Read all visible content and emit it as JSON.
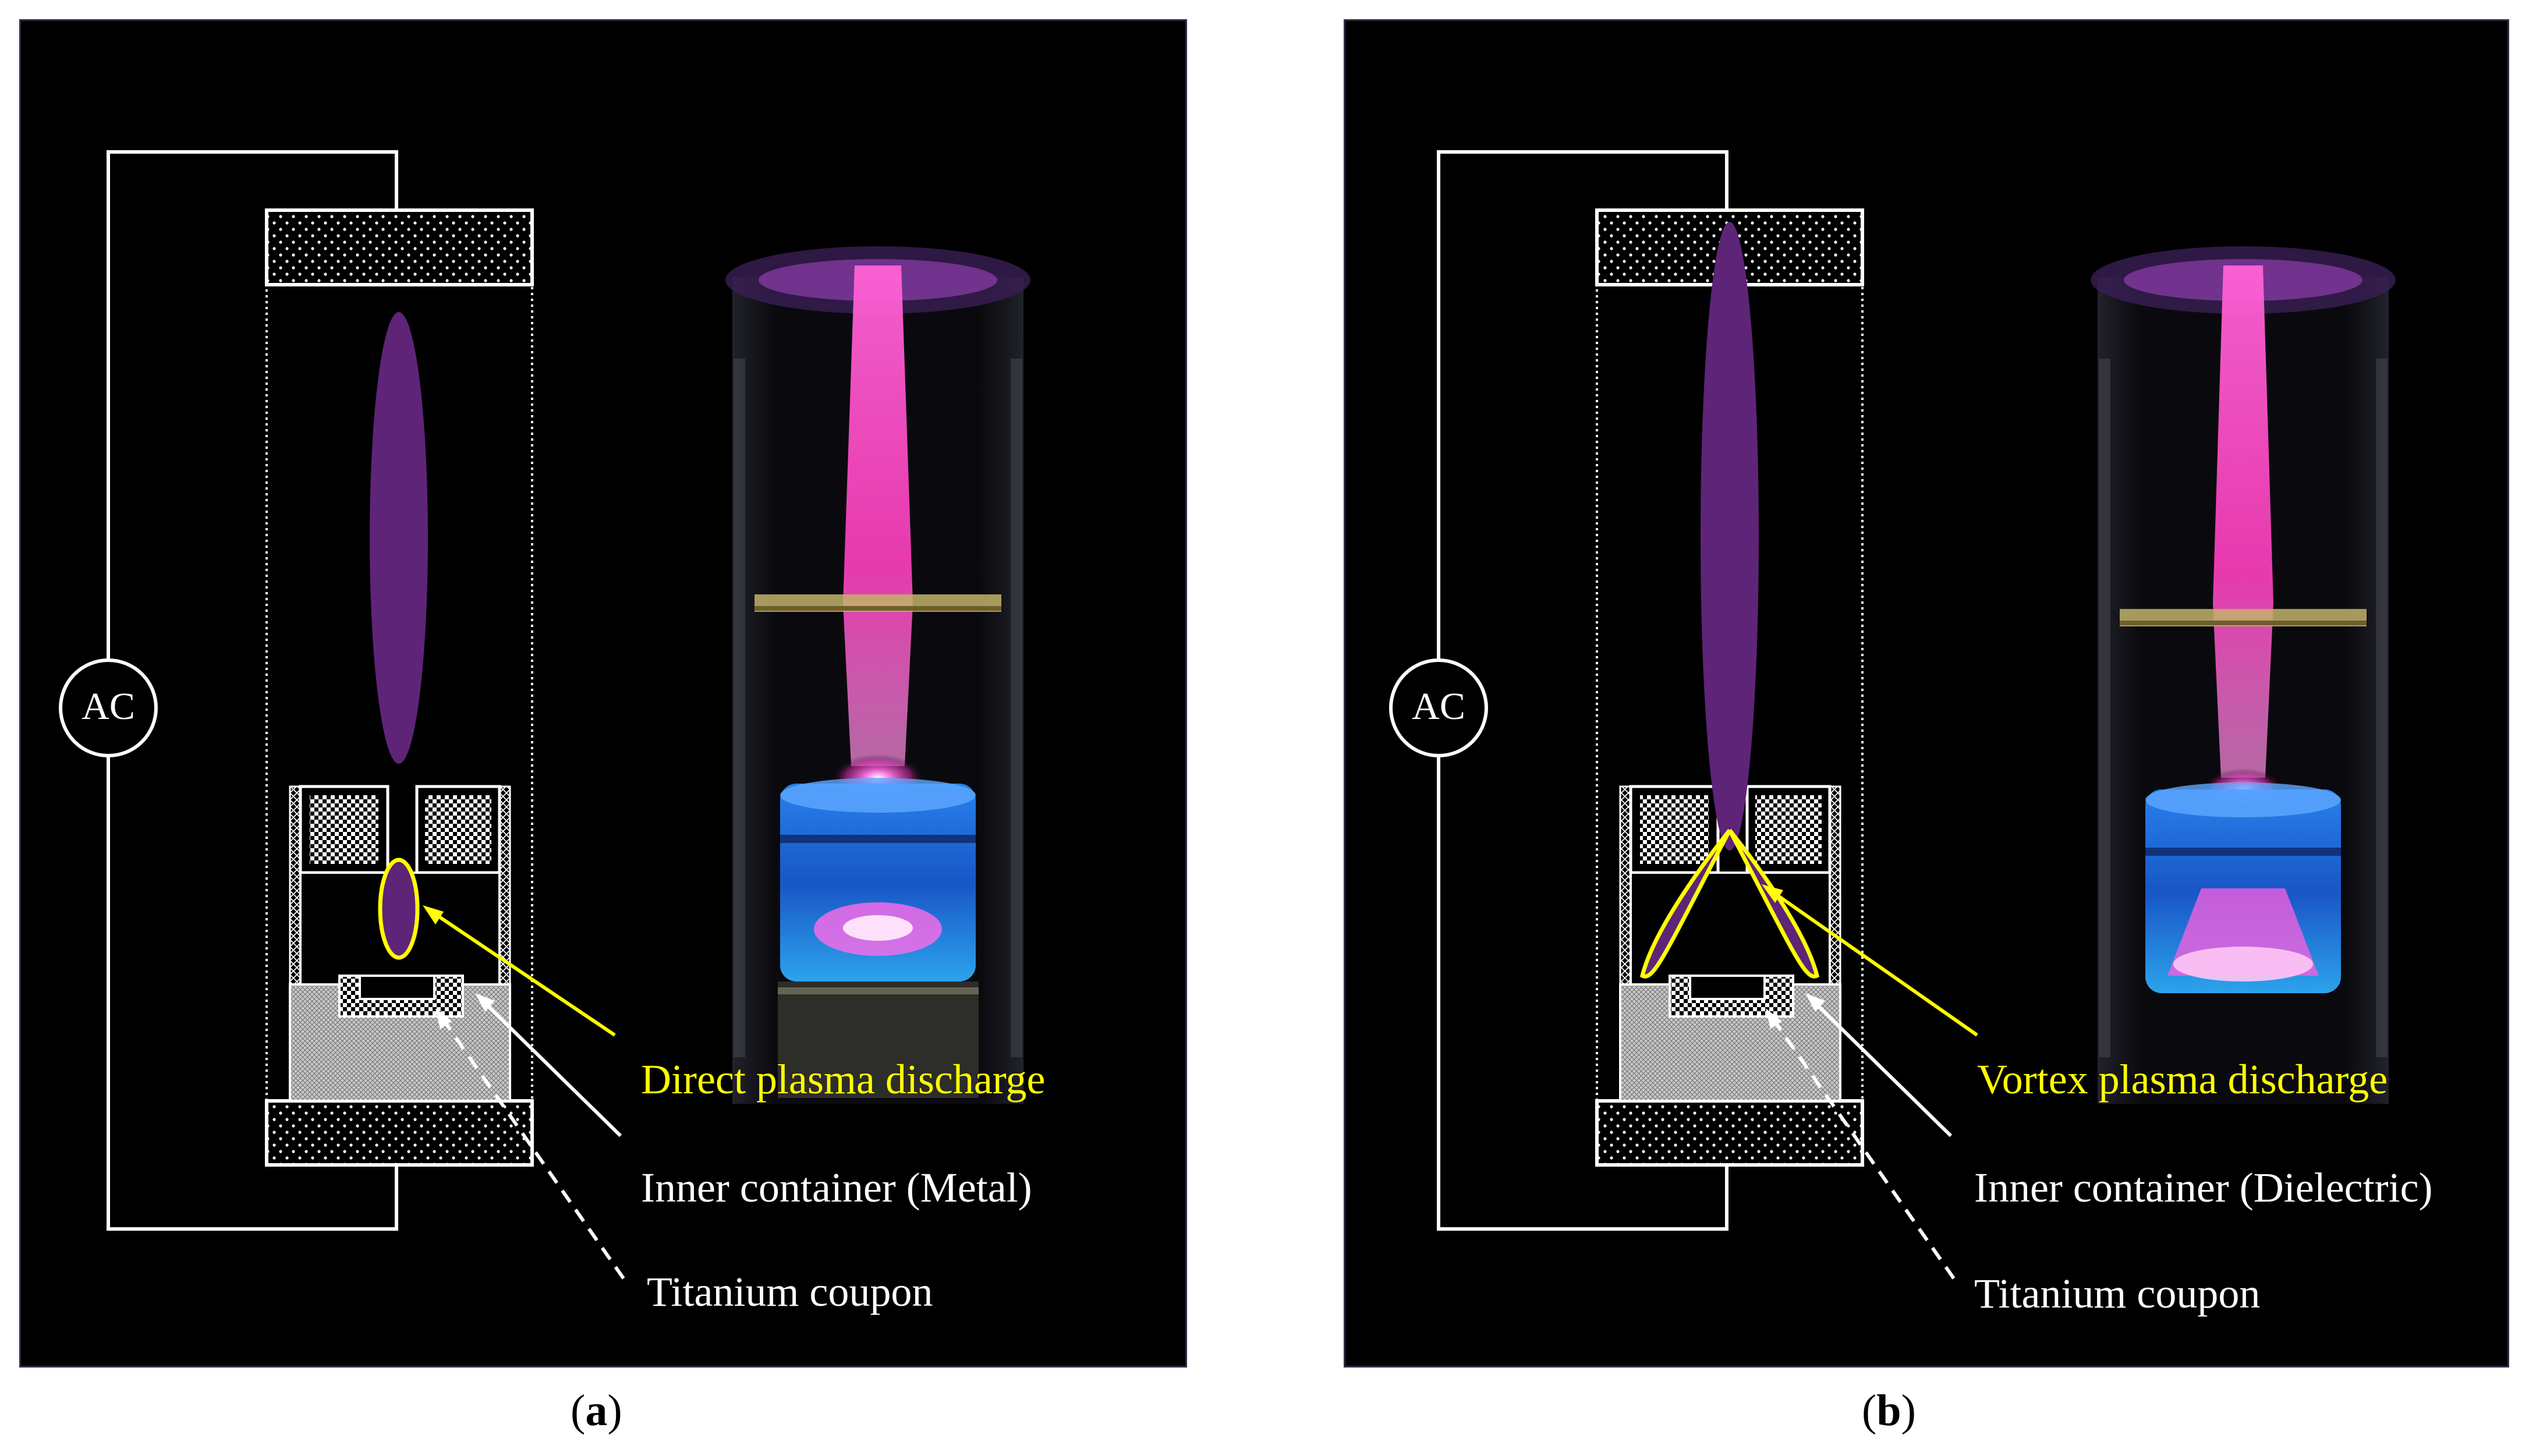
{
  "panels": [
    {
      "id": "a",
      "caption_letter": "a",
      "source_label": "AC",
      "discharge_label": "Direct plasma discharge",
      "container_label": "Inner container (Metal)",
      "coupon_label": "Titanium coupon",
      "discharge_type": "direct"
    },
    {
      "id": "b",
      "caption_letter": "b",
      "source_label": "AC",
      "discharge_label": "Vortex plasma discharge",
      "container_label": "Inner container (Dielectric)",
      "coupon_label": "Titanium coupon",
      "discharge_type": "vortex"
    }
  ],
  "colors": {
    "panel_background": "#000000",
    "plasma_purple": "#5e2478",
    "highlight_yellow": "#ffff00",
    "line_white": "#ffffff",
    "plasma_pink": "#ff4fd0",
    "water_blue": "#2f7bff"
  }
}
